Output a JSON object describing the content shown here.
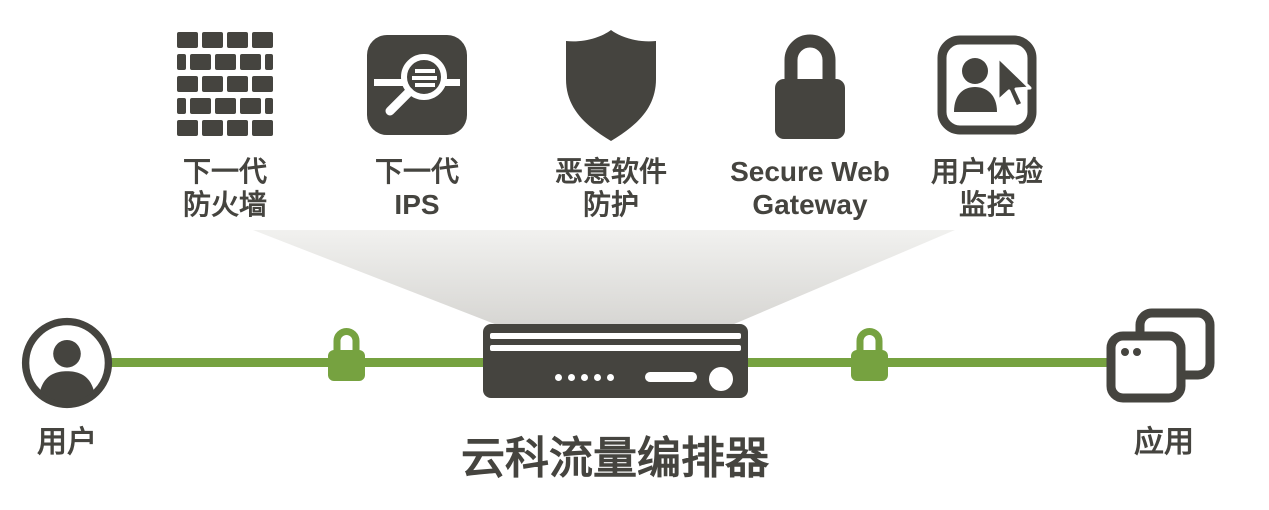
{
  "services": [
    {
      "name": "next-gen-firewall",
      "icon": "firewall-bricks-icon",
      "line1": "下一代",
      "line2": "防火墙"
    },
    {
      "name": "next-gen-ips",
      "icon": "ips-inspection-icon",
      "line1": "下一代",
      "line2": "IPS"
    },
    {
      "name": "malware-protection",
      "icon": "shield-icon",
      "line1": "恶意软件",
      "line2": "防护"
    },
    {
      "name": "secure-web-gateway",
      "icon": "padlock-icon",
      "line1": "Secure Web",
      "line2": "Gateway"
    },
    {
      "name": "user-experience-monitoring",
      "icon": "user-cursor-icon",
      "line1": "用户体验",
      "line2": "监控"
    }
  ],
  "flow": {
    "user": {
      "label": "用户",
      "icon": "user-icon"
    },
    "left_lock": {
      "icon": "green-padlock-icon"
    },
    "orchestrator": {
      "label": "云科流量编排器",
      "icon": "appliance-icon"
    },
    "right_lock": {
      "icon": "green-padlock-icon"
    },
    "applications": {
      "label": "应用",
      "icon": "applications-icon"
    }
  },
  "colors": {
    "dark": "#45443f",
    "green": "#76a240",
    "funnel_top": "#f1f1ef",
    "funnel_bottom": "#d6d5d2"
  }
}
